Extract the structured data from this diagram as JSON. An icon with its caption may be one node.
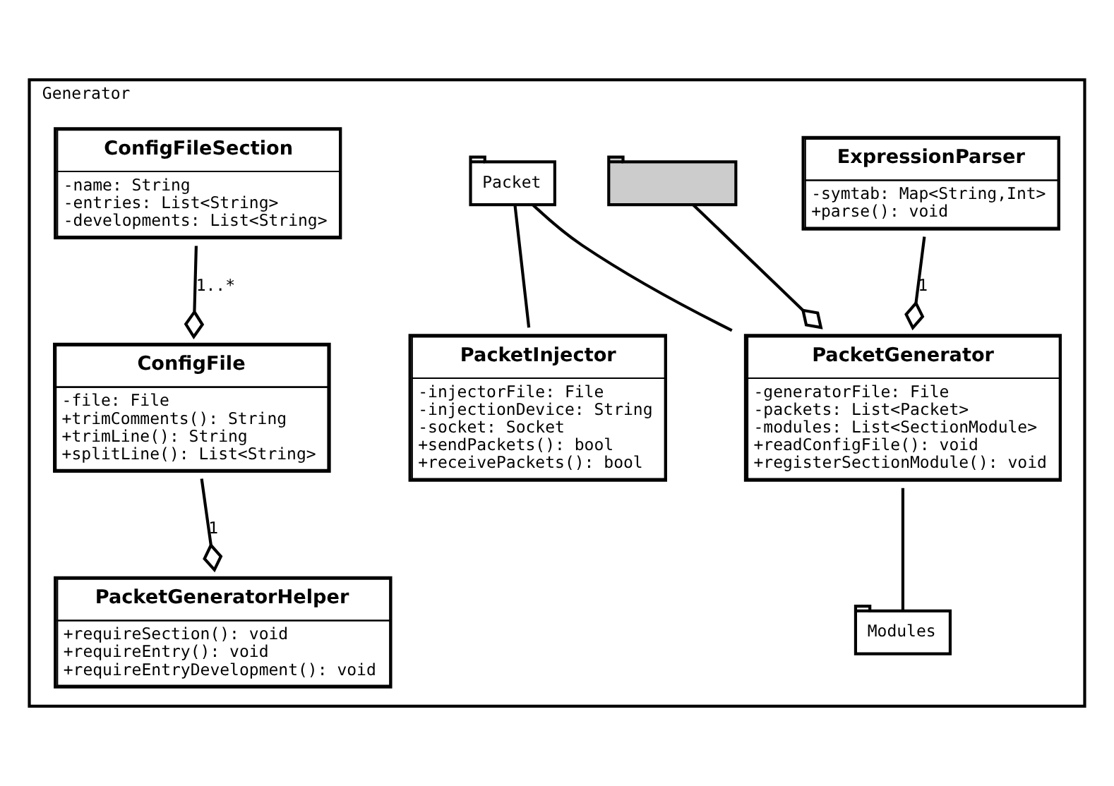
{
  "diagram": {
    "nodes": [
      {
        "text": [
          "Generator"
        ]
      },
      {
        "text": [
          "ExpressionParser",
          "-symtab: Map<String,Int>",
          "+parse(): void"
        ],
        "in": 0
      },
      {
        "text": [
          "PacketGeneratorHelper",
          "+requireSection(): void",
          "+requireEntry(): void",
          "+requireEntryDevelopment(): void"
        ],
        "in": 0
      },
      {
        "text": [],
        "shape": "folder",
        "in": 0
      },
      {
        "text": [
          "PacketGenerator",
          "-generatorFile: File",
          "-packets: List<Packet>",
          "-modules: List<SectionModule>",
          "+readConfigFile(): void",
          "+registerSectionModule(): void"
        ],
        "in": 0
      },
      {
        "text": [
          "ConfigFile",
          "-file: File",
          "+trimComments(): String",
          "+trimLine(): String",
          "+splitLine(): List<String>"
        ],
        "in": 0
      },
      {
        "text": [
          "Packet"
        ],
        "in": 0
      },
      {
        "text": [
          "PacketInjector",
          "-injectorFile: File",
          "-injectionDevice: String",
          "-socket: Socket",
          "+sendPackets(): bool",
          "+receivePackets(): bool"
        ],
        "in": 0
      },
      {
        "text": [
          "Modules"
        ],
        "in": 0
      },
      {
        "text": [
          "ConfigFileSection",
          "-name: String",
          "-entries: List<String>",
          "-developments: List<String>"
        ],
        "in": 0
      }
    ],
    "edges": [
      {
        "from": 1,
        "to": 4,
        "arrow": "other",
        "label": "1"
      },
      {
        "from": 3,
        "to": 4,
        "arrow": "other"
      },
      {
        "from": 5,
        "to": 2,
        "arrow": "other",
        "label": "1"
      },
      {
        "from": 6,
        "to": 4,
        "arrow": "none"
      },
      {
        "from": 6,
        "to": 7,
        "arrow": "none"
      },
      {
        "from": 4,
        "to": 8,
        "arrow": "none"
      },
      {
        "from": 9,
        "to": 5,
        "arrow": "other",
        "label": "1..*"
      }
    ]
  }
}
